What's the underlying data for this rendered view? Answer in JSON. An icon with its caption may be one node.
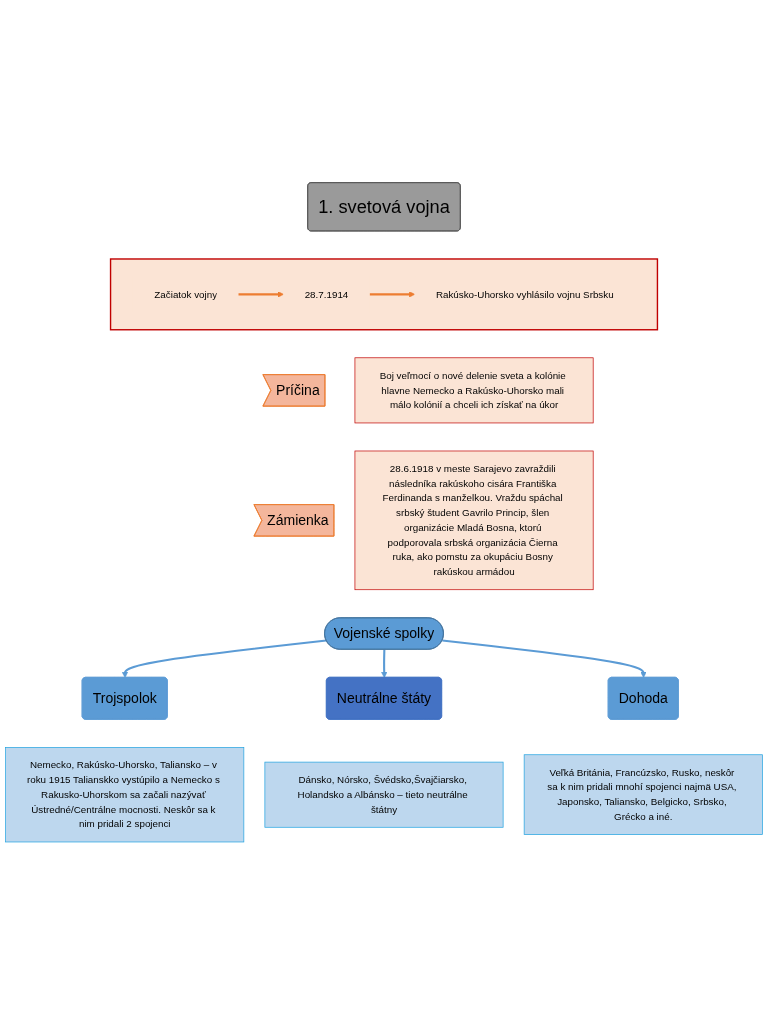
{
  "diagram": {
    "nodes": [
      {
        "text": [
          "1. svetová vojna"
        ]
      },
      {
        "text": [],
        "shape": "box"
      },
      {
        "text": [
          "Začiatok vojny"
        ],
        "in": 1
      },
      {
        "text": [
          "28.7.1914"
        ],
        "in": 1
      },
      {
        "text": [
          "Rakúsko-Uhorsko vyhlásilo vojnu Srbsku"
        ],
        "in": 1
      },
      {
        "text": [
          "Príčina"
        ]
      },
      {
        "text": [
          "Boj veľmocí o nové delenie sveta a kolónie hlavne Nemecko a Rakúsko-Uhorsko mali málo kolónií a chceli ich získať na úkor"
        ]
      },
      {
        "text": [
          "Zámienka"
        ]
      },
      {
        "text": [
          "28.6.1918 v meste Sarajevo zavraždili následníka rakúskoho cisára Františka Ferdinanda s manželkou. Vraždu spáchal srbský študent Gavrilo Princip, šlen organizácie Mladá Bosna, ktorú podporovala srbská organizácia Čierna ruka, ako pomstu za okupáciu Bosny rakúskou armádou"
        ]
      },
      {
        "text": [
          "Vojenské spolky"
        ]
      },
      {
        "text": [
          "Trojspolok"
        ]
      },
      {
        "text": [
          "Neutrálne štáty"
        ]
      },
      {
        "text": [
          "Dohoda"
        ]
      },
      {
        "text": [
          "Nemecko, Rakúsko-Uhorsko, Taliansko – v roku 1915 Talianskko vystúpilo a Nemecko s Rakusko-Uhorskom sa začali nazývať Ústredné/Centrálne mocnosti. Neskôr sa k nim pridali 2 spojenci"
        ]
      },
      {
        "text": [
          "Dánsko, Nórsko, Švédsko,Švajčiarsko, Holandsko a Albánsko – tieto neutrálne štátny"
        ]
      },
      {
        "text": [
          "Veľká Británia, Francúzsko, Rusko, neskôr sa k nim pridali mnohí spojenci najmä USA, Japonsko, Taliansko, Belgicko, Srbsko, Grécko a iné."
        ]
      }
    ],
    "edges": [
      {
        "from": 2,
        "to": 3,
        "arrow": "to",
        "color": "#ed7d31"
      },
      {
        "from": 3,
        "to": 4,
        "arrow": "to",
        "color": "#ed7d31"
      },
      {
        "from": 9,
        "to": 10,
        "arrow": "to"
      },
      {
        "from": 9,
        "to": 11,
        "arrow": "to"
      },
      {
        "from": 9,
        "to": 12,
        "arrow": "to"
      }
    ]
  }
}
